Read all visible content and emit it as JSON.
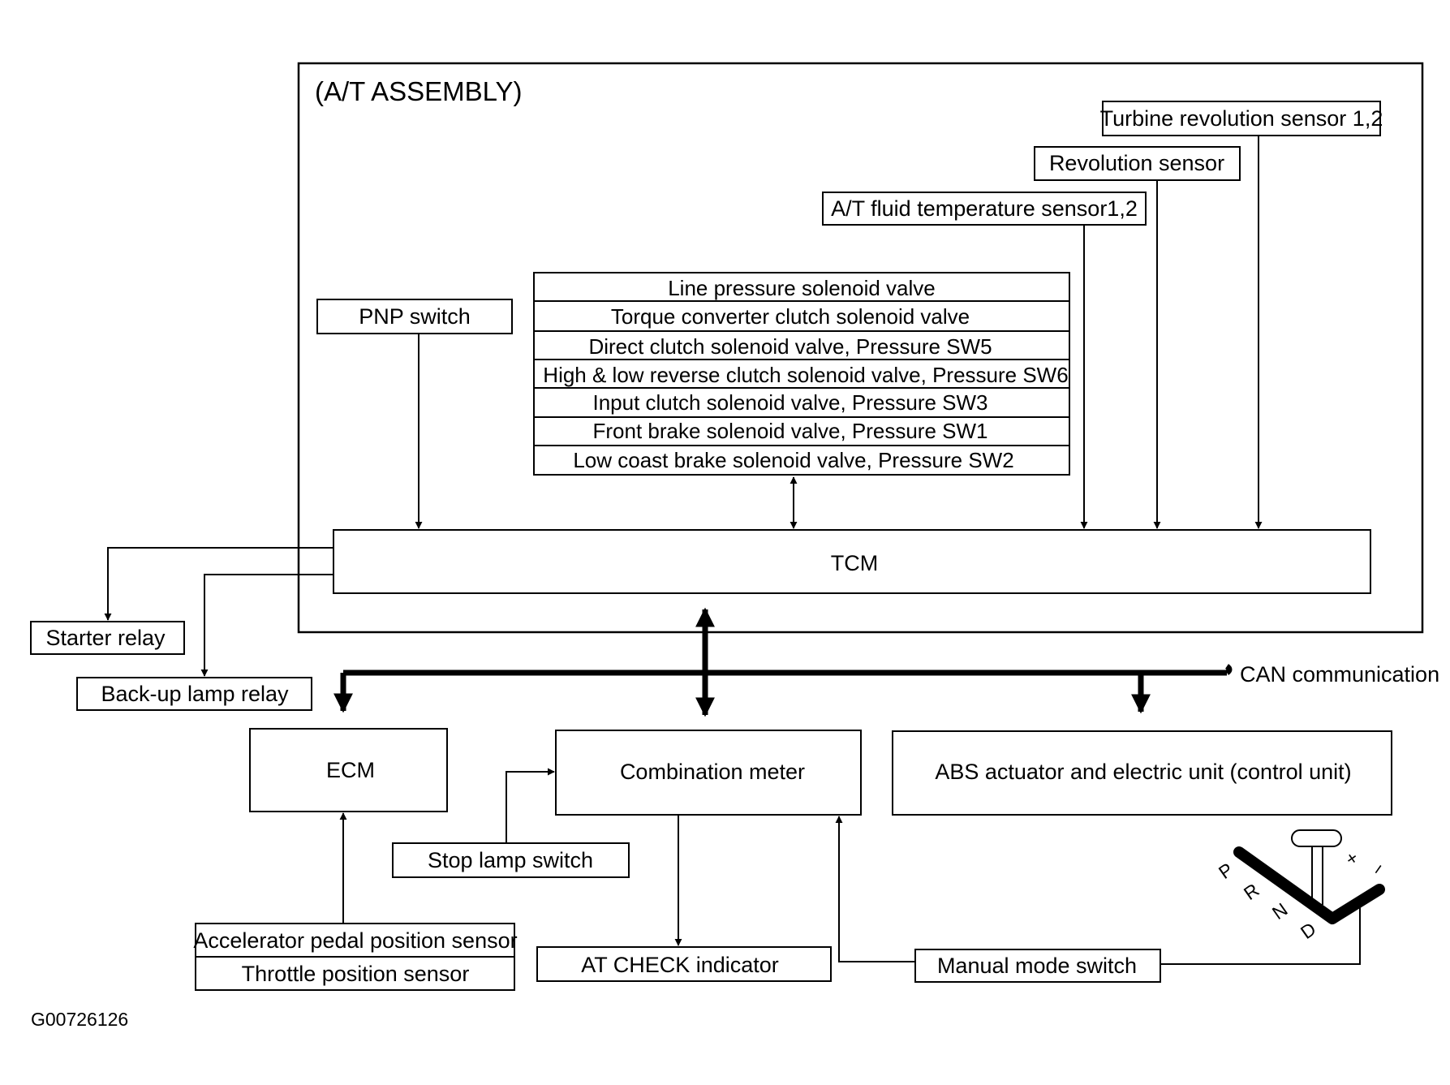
{
  "assembly": {
    "title": "(A/T ASSEMBLY)"
  },
  "sensors": {
    "turbine": "Turbine revolution sensor 1,2",
    "revolution": "Revolution sensor",
    "fluid_temp": "A/T fluid temperature sensor1,2",
    "pnp": "PNP switch"
  },
  "solenoids": [
    "Line pressure solenoid valve",
    "Torque converter clutch solenoid valve",
    "Direct clutch solenoid valve, Pressure SW5",
    "High & low reverse clutch solenoid valve, Pressure SW6",
    "Input clutch solenoid valve, Pressure SW3",
    "Front brake solenoid valve, Pressure SW1",
    "Low coast brake solenoid valve, Pressure SW2"
  ],
  "tcm": "TCM",
  "relays": {
    "starter": "Starter relay",
    "backup": "Back-up lamp relay"
  },
  "can_label": "CAN communication",
  "units": {
    "ecm": "ECM",
    "combination_meter": "Combination meter",
    "abs": "ABS actuator and electric unit (control unit)"
  },
  "switches": {
    "stop_lamp": "Stop lamp switch",
    "manual_mode": "Manual mode switch"
  },
  "ecm_inputs": [
    "Accelerator pedal position sensor",
    "Throttle position sensor"
  ],
  "indicator": "AT CHECK indicator",
  "shifter": {
    "positions": [
      "P",
      "R",
      "N",
      "D"
    ],
    "plus": "+",
    "minus": "−"
  },
  "figure_id": "G00726126"
}
